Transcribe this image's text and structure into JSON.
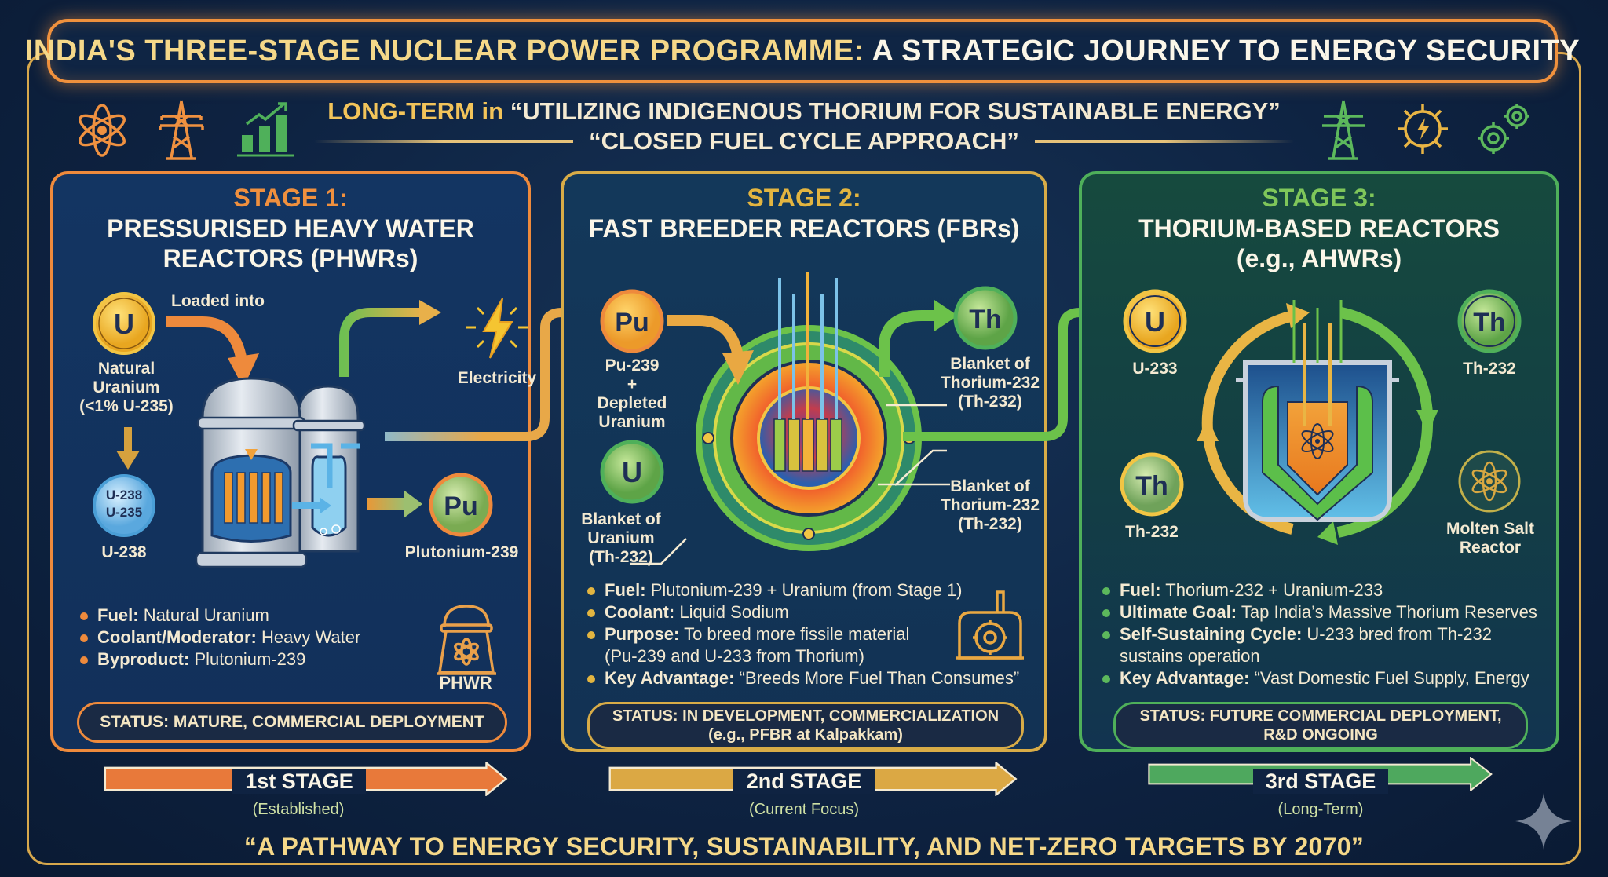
{
  "header": {
    "title_part1": "INDIA'S THREE-STAGE NUCLEAR POWER PROGRAMME:",
    "title_part2": "A STRATEGIC JOURNEY TO ENERGY SECURITY",
    "subtitle_prefix": "LONG-TERM in",
    "subtitle_quote": "“UTILIZING INDIGENOUS THORIUM FOR SUSTAINABLE ENERGY”",
    "subtitle_line2": "“CLOSED FUEL CYCLE APPROACH”",
    "left_icons": [
      "atom-icon",
      "transmission-tower-icon",
      "growth-chart-icon"
    ],
    "right_icons": [
      "transmission-tower-icon",
      "gear-lightning-icon",
      "gears-icon"
    ]
  },
  "colors": {
    "stage1": "#ee8a3c",
    "stage2": "#d8ac47",
    "stage3": "#4fb05a",
    "background": "#0e2342",
    "title_gold": "#f5d889"
  },
  "stages": [
    {
      "label": "STAGE 1:",
      "name_line1": "PRESSURISED HEAVY WATER",
      "name_line2": "REACTORS (PHWRs)",
      "diagram": {
        "input_symbol": "U",
        "input_label": [
          "Natural",
          "Uranium",
          "(<1% U-235)"
        ],
        "loaded_into": "Loaded into",
        "output_electricity": "Electricity",
        "isotope_bubble": [
          "U-238",
          "U-235"
        ],
        "isotope_label": "U-238",
        "output_symbol": "Pu",
        "output_label": "Plutonium-239"
      },
      "bullets": [
        {
          "key": "Fuel:",
          "value": "Natural Uranium"
        },
        {
          "key": "Coolant/Moderator:",
          "value": "Heavy Water"
        },
        {
          "key": "Byproduct:",
          "value": "Plutonium-239"
        }
      ],
      "plant_icon_label": "PHWR",
      "status": [
        "STATUS: MATURE, COMMERCIAL DEPLOYMENT"
      ]
    },
    {
      "label": "STAGE 2:",
      "name_line1": "FAST BREEDER REACTORS (FBRs)",
      "diagram": {
        "input_symbol": "Pu",
        "input_label": [
          "Pu-239",
          "+",
          "Depleted",
          "Uranium"
        ],
        "blanket_symbol": "U",
        "blanket_uranium_label": [
          "Blanket of",
          "Uranium",
          "(Th-232)"
        ],
        "output_symbol": "Th",
        "blanket_thorium_label_1": [
          "Blanket of",
          "Thorium-232",
          "(Th-232)"
        ],
        "blanket_thorium_label_2": [
          "Blanket of",
          "Thorium-232",
          "(Th-232)"
        ]
      },
      "bullets": [
        {
          "key": "Fuel:",
          "value": "Plutonium-239 + Uranium (from Stage 1)"
        },
        {
          "key": "Coolant:",
          "value": "Liquid Sodium"
        },
        {
          "key": "Purpose:",
          "value": "To breed more fissile material",
          "cont": "(Pu-239 and U-233 from Thorium)"
        },
        {
          "key": "Key Advantage:",
          "value": "“Breeds More Fuel Than Consumes”"
        }
      ],
      "status": [
        "STATUS: IN DEVELOPMENT, COMMERCIALIZATION",
        "(e.g., PFBR at Kalpakkam)"
      ]
    },
    {
      "label": "STAGE 3:",
      "name_line1": "THORIUM-BASED REACTORS",
      "name_line2": "(e.g., AHWRs)",
      "diagram": {
        "u_symbol": "U",
        "u_label": "U-233",
        "th_top_symbol": "Th",
        "th_top_label": "Th-232",
        "th_bottom_symbol": "Th",
        "th_bottom_label": "Th-232",
        "msr_label": [
          "Molten Salt",
          "Reactor"
        ]
      },
      "bullets": [
        {
          "key": "Fuel:",
          "value": "Thorium-232 + Uranium-233"
        },
        {
          "key": "Ultimate Goal:",
          "value": "Tap India’s Massive Thorium Reserves"
        },
        {
          "key": "Self-Sustaining Cycle:",
          "value": "U-233 bred from Th-232",
          "cont": "sustains operation"
        },
        {
          "key": "Key Advantage:",
          "value": "“Vast Domestic Fuel Supply, Energy"
        }
      ],
      "status": [
        "STATUS: FUTURE COMMERCIAL DEPLOYMENT,",
        "R&D ONGOING"
      ]
    }
  ],
  "timeline": [
    {
      "label": "1st STAGE",
      "sub": "(Established)",
      "color": "#e8793a"
    },
    {
      "label": "2nd STAGE",
      "sub": "(Current Focus)",
      "color": "#dba844"
    },
    {
      "label": "3rd STAGE",
      "sub": "(Long-Term)",
      "color": "#4ea85e"
    }
  ],
  "footer": "“A PATHWAY TO ENERGY SECURITY, SUSTAINABILITY, AND NET-ZERO TARGETS BY 2070”"
}
